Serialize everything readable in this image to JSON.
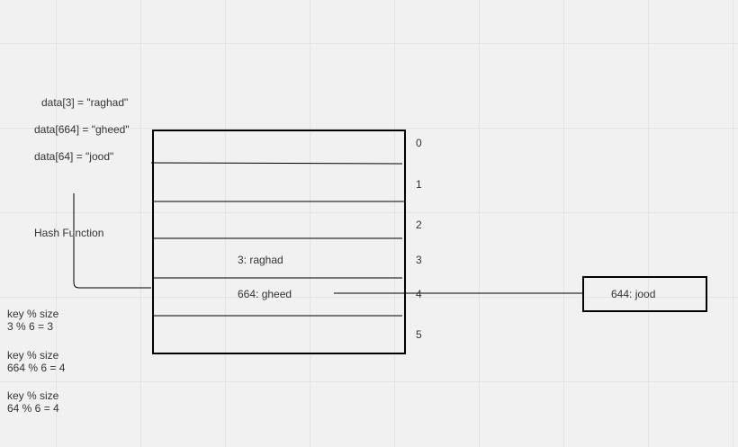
{
  "assignments": [
    "data[3] = \"raghad\"",
    "data[664] = \"gheed\"",
    "data[64] = \"jood\""
  ],
  "hash_function_label": "Hash Function",
  "calculations": [
    {
      "formula": "key % size",
      "result": "3 % 6 = 3"
    },
    {
      "formula": "key % size",
      "result": "664 % 6 = 4"
    },
    {
      "formula": "key % size",
      "result": "64 % 6 = 4"
    }
  ],
  "table": {
    "indices": [
      "0",
      "1",
      "2",
      "3",
      "4",
      "5"
    ],
    "entries": {
      "slot3": "3: raghad",
      "slot4": "664: gheed"
    }
  },
  "chained_node": "644: jood"
}
